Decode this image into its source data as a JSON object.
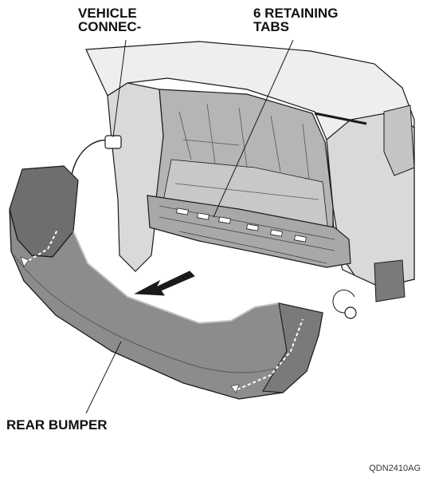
{
  "callouts": {
    "vehicle_connector": [
      "VEHICLE",
      "CONNEC-"
    ],
    "retaining_tabs": [
      "6 RETAINING",
      "TABS"
    ],
    "rear_bumper": "REAR BUMPER"
  },
  "figure_code": "QDN2410AG",
  "colors": {
    "line": "#1a1a1a",
    "bumper_fill": "#8c8c8c",
    "bumper_dark": "#6e6e6e",
    "body_fill": "#d9d9d9",
    "body_light": "#eeeeee",
    "cavity_fill": "#b5b5b5",
    "dash": "#ffffff"
  }
}
